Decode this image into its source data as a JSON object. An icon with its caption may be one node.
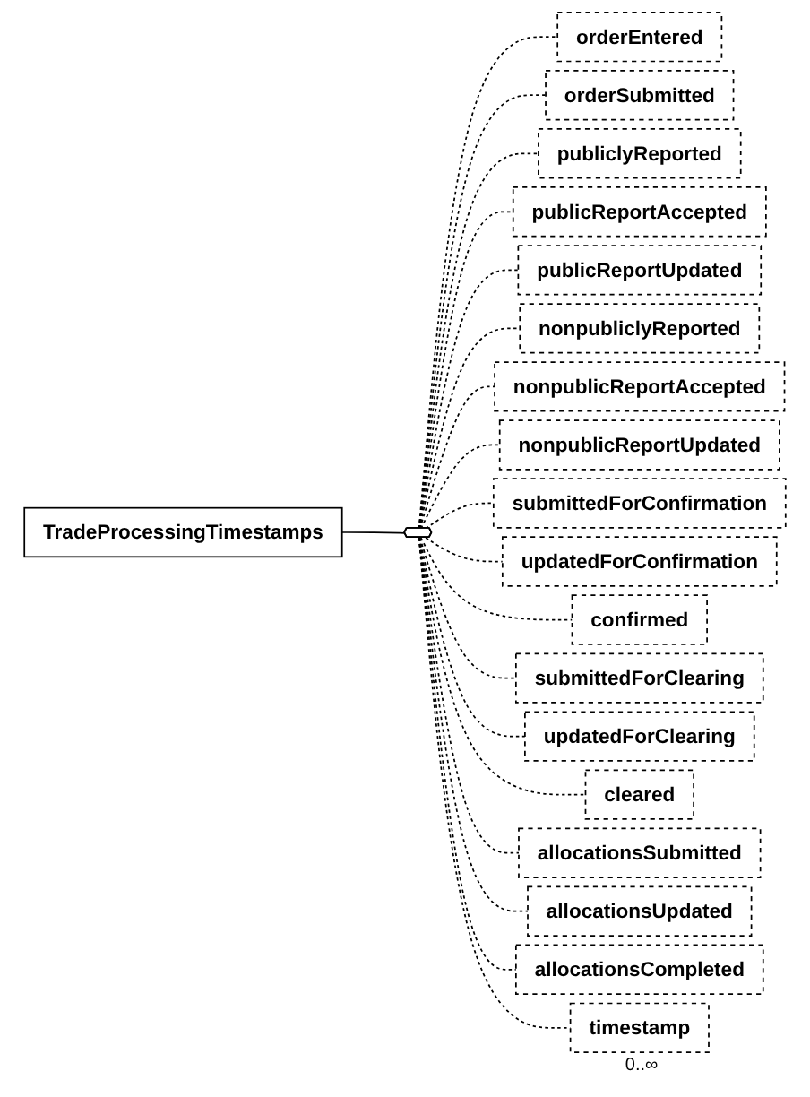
{
  "diagram": {
    "nodes": [
      {
        "text": [
          "TradeProcessingTimestamps"
        ]
      },
      {
        "text": [],
        "shape": "hexagon"
      },
      {
        "text": [
          "orderEntered"
        ]
      },
      {
        "text": [
          "orderSubmitted"
        ]
      },
      {
        "text": [
          "publiclyReported"
        ]
      },
      {
        "text": [
          "publicReportAccepted"
        ]
      },
      {
        "text": [
          "publicReportUpdated"
        ]
      },
      {
        "text": [
          "nonpubliclyReported"
        ]
      },
      {
        "text": [
          "nonpublicReportAccepted"
        ]
      },
      {
        "text": [
          "nonpublicReportUpdated"
        ]
      },
      {
        "text": [
          "submittedForConfirmation"
        ]
      },
      {
        "text": [
          "updatedForConfirmation"
        ]
      },
      {
        "text": [
          "confirmed"
        ]
      },
      {
        "text": [
          "submittedForClearing"
        ]
      },
      {
        "text": [
          "updatedForClearing"
        ]
      },
      {
        "text": [
          "cleared"
        ]
      },
      {
        "text": [
          "allocationsSubmitted"
        ]
      },
      {
        "text": [
          "allocationsUpdated"
        ]
      },
      {
        "text": [
          "allocationsCompleted"
        ]
      },
      {
        "text": [
          "timestamp"
        ],
        "beside": [
          "0..∞"
        ]
      }
    ],
    "edges": [
      {
        "from": 0,
        "to": 1,
        "arrow": "none"
      },
      {
        "from": 1,
        "to": 2,
        "arrow": "none",
        "style": "dashed"
      },
      {
        "from": 1,
        "to": 3,
        "arrow": "none",
        "style": "dashed"
      },
      {
        "from": 1,
        "to": 4,
        "arrow": "none",
        "style": "dashed"
      },
      {
        "from": 1,
        "to": 5,
        "arrow": "none",
        "style": "dashed"
      },
      {
        "from": 1,
        "to": 6,
        "arrow": "none",
        "style": "dashed"
      },
      {
        "from": 1,
        "to": 7,
        "arrow": "none",
        "style": "dashed"
      },
      {
        "from": 1,
        "to": 8,
        "arrow": "none",
        "style": "dashed"
      },
      {
        "from": 1,
        "to": 9,
        "arrow": "none",
        "style": "dashed"
      },
      {
        "from": 1,
        "to": 10,
        "arrow": "none",
        "style": "dashed"
      },
      {
        "from": 1,
        "to": 11,
        "arrow": "none",
        "style": "dashed"
      },
      {
        "from": 1,
        "to": 12,
        "arrow": "none",
        "style": "dashed"
      },
      {
        "from": 1,
        "to": 13,
        "arrow": "none",
        "style": "dashed"
      },
      {
        "from": 1,
        "to": 14,
        "arrow": "none",
        "style": "dashed"
      },
      {
        "from": 1,
        "to": 15,
        "arrow": "none",
        "style": "dashed"
      },
      {
        "from": 1,
        "to": 16,
        "arrow": "none",
        "style": "dashed"
      },
      {
        "from": 1,
        "to": 17,
        "arrow": "none",
        "style": "dashed"
      },
      {
        "from": 1,
        "to": 18,
        "arrow": "none",
        "style": "dashed"
      },
      {
        "from": 1,
        "to": 19,
        "arrow": "none",
        "style": "dashed"
      }
    ]
  }
}
